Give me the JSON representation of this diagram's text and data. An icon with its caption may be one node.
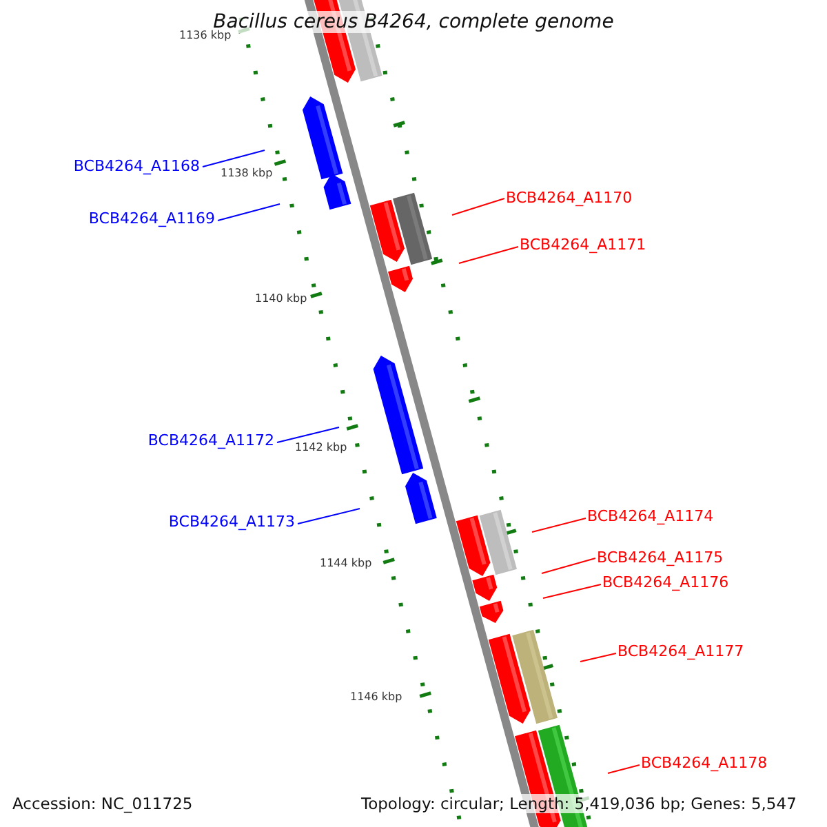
{
  "diagram": {
    "title": "Bacillus cereus B4264, complete genome",
    "nodes": [
      {
        "text": [
          "BCB4264_A1168"
        ]
      },
      {
        "text": [
          "BCB4264_A1169"
        ]
      },
      {
        "text": [
          "BCB4264_A1170"
        ]
      },
      {
        "text": [
          "BCB4264_A1171"
        ]
      },
      {
        "text": [
          "BCB4264_A1172"
        ]
      },
      {
        "text": [
          "BCB4264_A1173"
        ]
      },
      {
        "text": [
          "BCB4264_A1174"
        ]
      },
      {
        "text": [
          "BCB4264_A1175"
        ]
      },
      {
        "text": [
          "BCB4264_A1176"
        ]
      },
      {
        "text": [
          "BCB4264_A1177"
        ]
      },
      {
        "text": [
          "BCB4264_A1178"
        ]
      }
    ],
    "edges": [
      {
        "from": 0,
        "to": null,
        "arrow": "none",
        "color": "#0000ff"
      },
      {
        "from": 1,
        "to": null,
        "arrow": "none",
        "color": "#0000ff"
      },
      {
        "from": 2,
        "to": null,
        "arrow": "none"
      },
      {
        "from": 3,
        "to": null,
        "arrow": "none"
      },
      {
        "from": 4,
        "to": null,
        "arrow": "none",
        "color": "#0000ff"
      },
      {
        "from": 5,
        "to": null,
        "arrow": "none",
        "color": "#0000ff"
      },
      {
        "from": 6,
        "to": null,
        "arrow": "none"
      },
      {
        "from": 7,
        "to": null,
        "arrow": "none"
      },
      {
        "from": 8,
        "to": null,
        "arrow": "none"
      },
      {
        "from": 9,
        "to": null,
        "arrow": "none"
      },
      {
        "from": 10,
        "to": null,
        "arrow": "none"
      }
    ],
    "labels": [
      "1136 kbp",
      "1138 kbp",
      "1140 kbp",
      "1142 kbp",
      "1144 kbp",
      "1146 kbp",
      "Accession: NC_011725",
      "Topology: circular; Length: 5,419,036 bp; Genes: 5,547"
    ]
  }
}
